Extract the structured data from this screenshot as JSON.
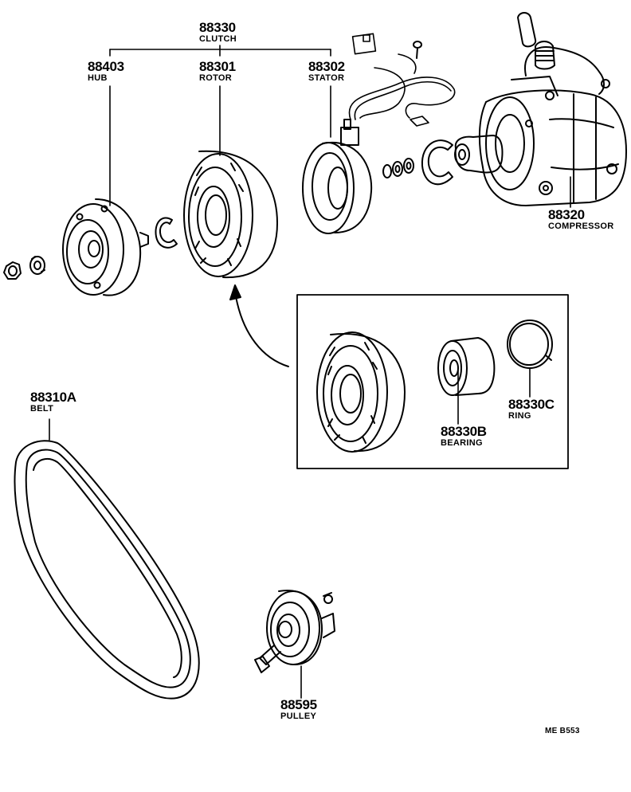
{
  "parts": {
    "clutch": {
      "number": "88330",
      "name": "CLUTCH"
    },
    "hub": {
      "number": "88403",
      "name": "HUB"
    },
    "rotor": {
      "number": "88301",
      "name": "ROTOR"
    },
    "stator": {
      "number": "88302",
      "name": "STATOR"
    },
    "compressor": {
      "number": "88320",
      "name": "COMPRESSOR"
    },
    "belt": {
      "number": "88310A",
      "name": "BELT"
    },
    "bearing": {
      "number": "88330B",
      "name": "BEARING"
    },
    "ring": {
      "number": "88330C",
      "name": "RING"
    },
    "pulley": {
      "number": "88595",
      "name": "PULLEY"
    }
  },
  "drawing_code": "ME  B553"
}
